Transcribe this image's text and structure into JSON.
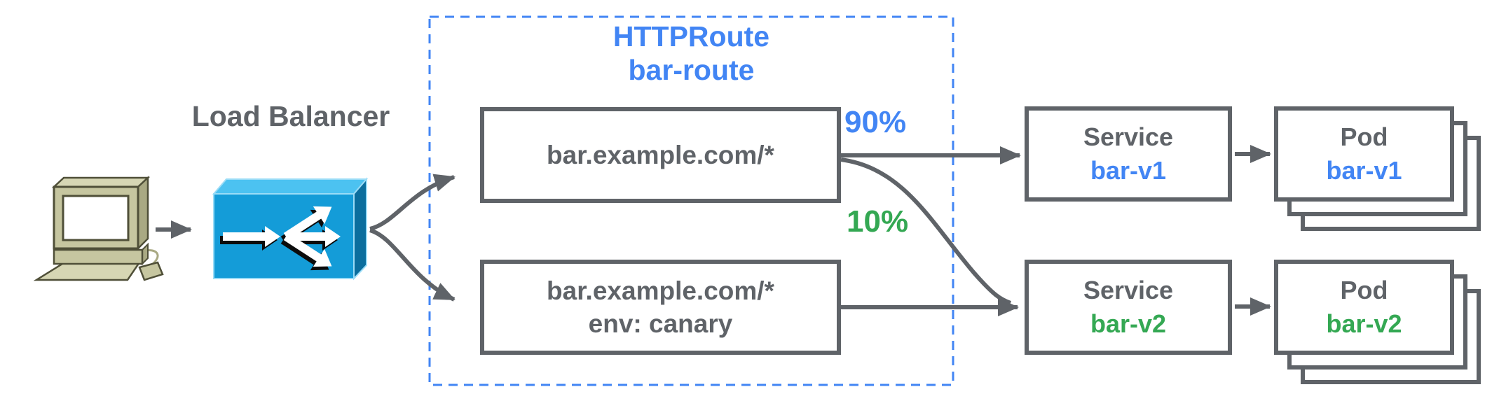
{
  "colors": {
    "blue": "#4285f4",
    "green": "#34a853",
    "gray": "#5f6368",
    "lb-front": "#149cd8",
    "lb-top": "#4cc2f1",
    "lb-side": "#0b6e9e"
  },
  "client": {
    "icon": "desktop-computer-icon"
  },
  "load_balancer": {
    "label": "Load Balancer",
    "icon": "load-balancer-icon"
  },
  "httproute": {
    "title_line1": "HTTPRoute",
    "title_line2": "bar-route",
    "rules": [
      {
        "match": "bar.example.com/*"
      },
      {
        "match": "bar.example.com/*",
        "header": "env: canary"
      }
    ]
  },
  "weights": {
    "v1": "90%",
    "v2": "10%"
  },
  "services": [
    {
      "kind": "Service",
      "name": "bar-v1"
    },
    {
      "kind": "Service",
      "name": "bar-v2"
    }
  ],
  "pods": [
    {
      "kind": "Pod",
      "name": "bar-v1"
    },
    {
      "kind": "Pod",
      "name": "bar-v2"
    }
  ]
}
